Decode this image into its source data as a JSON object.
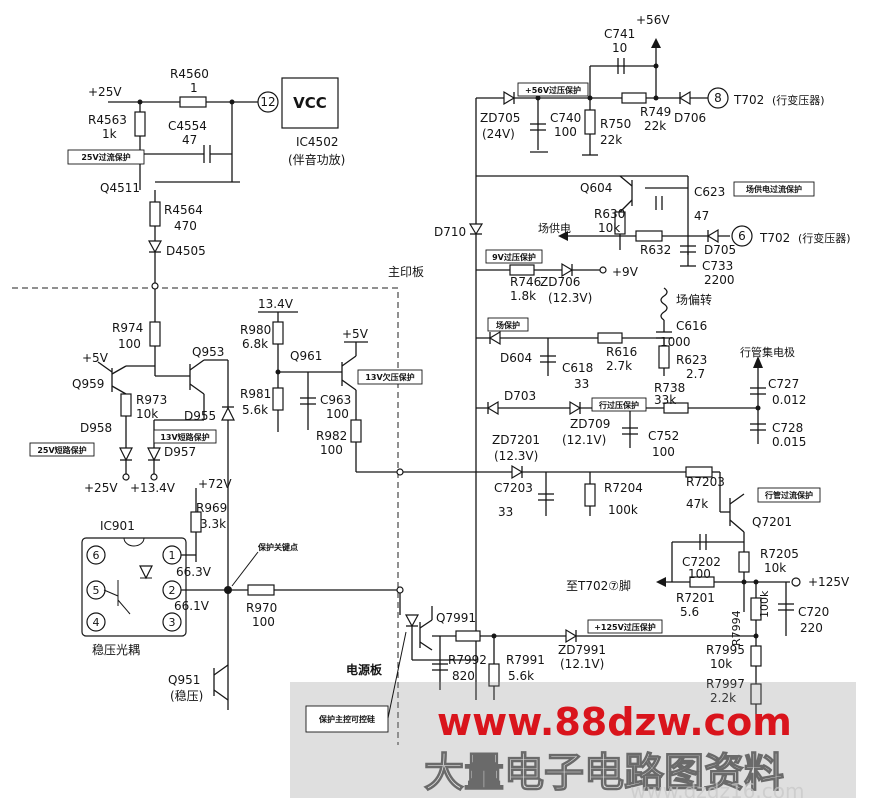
{
  "watermark": {
    "url": "www.88dzw.com",
    "site_cn": "大量电子电路图资料",
    "site_faint": "www.dzdz16.com"
  },
  "labels": {
    "plus25v": "+25V",
    "r4560": "R4560",
    "r4560_val": "1",
    "pin12": "12",
    "vcc": "VCC",
    "ic4502": "IC4502",
    "ic4502_desc": "(伴音功放)",
    "r4563": "R4563",
    "r4563_val": "1k",
    "c4554": "C4554",
    "c4554_val": "47",
    "q4511": "Q4511",
    "r4564": "R4564",
    "r4564_val": "470",
    "d4505": "D4505",
    "r974": "R974",
    "r974_val": "100",
    "plus5v_left": "+5V",
    "q959": "Q959",
    "r973": "R973",
    "r973_val": "10k",
    "d958": "D958",
    "q953": "Q953",
    "d955": "D955",
    "d957": "D957",
    "v25_bottom": "+25V",
    "v134_bottom": "+13.4V",
    "v72": "+72V",
    "r980": "R980",
    "r980_val": "6.8k",
    "v134_top": "13.4V",
    "q961": "Q961",
    "plus5v_mid": "+5V",
    "r981": "R981",
    "r981_val": "5.6k",
    "c963": "C963",
    "c963_val": "100",
    "r982": "R982",
    "r982_val": "100",
    "main_board": "主印板",
    "ic901": "IC901",
    "r969": "R969",
    "r969_val": "3.3k",
    "v663": "66.3V",
    "v661": "66.1V",
    "r970": "R970",
    "r970_val": "100",
    "optocoupler": "稳压光耦",
    "q951": "Q951",
    "q951_desc": "(稳压)",
    "power_board": "电源板",
    "pin6": "6",
    "pin5": "5",
    "pin4": "4",
    "pin1": "1",
    "pin2": "2",
    "pin3": "3",
    "plus56v": "+56V",
    "c741": "C741",
    "c741_val": "10",
    "zd705": "ZD705",
    "zd705_val": "(24V)",
    "c740": "C740",
    "c740_val": "100",
    "r750": "R750",
    "r750_val": "22k",
    "r749": "R749",
    "r749_val": "22k",
    "d706": "D706",
    "pin8": "8",
    "t702_top": "T702",
    "t702_top_desc": "(行变压器)",
    "q604": "Q604",
    "c623": "C623",
    "c623_val": "47",
    "r630": "R630",
    "r630_val": "10k",
    "field_supply": "场供电",
    "d710": "D710",
    "r632": "R632",
    "d705": "D705",
    "pin6_right": "6",
    "t702_mid": "T702",
    "t702_mid_desc": "(行变压器)",
    "c733": "C733",
    "c733_val": "2200",
    "r746": "R746",
    "r746_val": "1.8k",
    "zd706": "ZD706",
    "zd706_val": "(12.3V)",
    "plus9v": "+9V",
    "yoke": "场偏转",
    "c616": "C616",
    "c616_val": "1000",
    "d604": "D604",
    "c618": "C618",
    "c618_val": "33",
    "r616": "R616",
    "r616_val": "2.7k",
    "r623": "R623",
    "r623_val": "2.7",
    "collector_lbl": "行管集电极",
    "d703": "D703",
    "r738": "R738",
    "r738_val": "33k",
    "c727": "C727",
    "c727_val": "0.012",
    "zd709": "ZD709",
    "zd709_val": "(12.1V)",
    "c752": "C752",
    "c752_val": "100",
    "c728": "C728",
    "c728_val": "0.015",
    "zd7201": "ZD7201",
    "zd7201_val": "(12.3V)",
    "c7203": "C7203",
    "c7203_val": "33",
    "r7204": "R7204",
    "r7204_val": "100k",
    "r7203": "R7203",
    "r7203_val": "47k",
    "q7201": "Q7201",
    "c7202": "C7202",
    "c7202_val": "100",
    "r7205": "R7205",
    "r7205_val": "10k",
    "to_t702": "至T702⑦脚",
    "plus125v": "+125V",
    "r7201": "R7201",
    "r7201_val": "5.6",
    "r7994": "R7994",
    "r7994_val": "100k",
    "c720": "C720",
    "c720_val": "220",
    "q7991": "Q7991",
    "r7992": "R7992",
    "r7992_val": "820",
    "r7991": "R7991",
    "r7991_val": "5.6k",
    "zd7991": "ZD7991",
    "zd7991_val": "(12.1V)",
    "r7995": "R7995",
    "r7995_val": "10k",
    "r7997": "R7997",
    "r7997_val": "2.2k"
  },
  "tags": {
    "t25v_oc": "25V过流保护",
    "t56v_ov": "+56V过压保护",
    "t_field_oc": "场供电过流保护",
    "t9v_ov": "9V过压保护",
    "t_field": "场保护",
    "t13v_uv": "13V欠压保护",
    "t13v_sc": "13V短路保护",
    "t25v_sc": "25V短路保护",
    "t_hov": "行过压保护",
    "t_hoc": "行管过流保护",
    "t125v_ov": "+125V过压保护",
    "t_keypoint": "保护关键点",
    "t_scr": "保护主控可控硅"
  }
}
